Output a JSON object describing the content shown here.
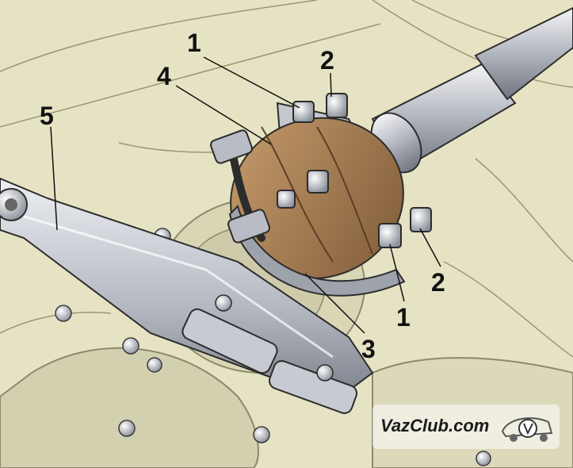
{
  "diagram": {
    "callouts": [
      {
        "id": "c1a",
        "text": "1"
      },
      {
        "id": "c2a",
        "text": "2"
      },
      {
        "id": "c4",
        "text": "4"
      },
      {
        "id": "c5",
        "text": "5"
      },
      {
        "id": "c2b",
        "text": "2"
      },
      {
        "id": "c1b",
        "text": "1"
      },
      {
        "id": "c3",
        "text": "3"
      }
    ]
  },
  "watermark": {
    "text": "VazClub.com",
    "icon": "car-logo-icon"
  },
  "colors": {
    "background": "#e6e3c4",
    "metal": "#b9bcc4",
    "metal_dark": "#7e838d",
    "rubber": "#a07a52",
    "outline": "#2c2c2c"
  }
}
